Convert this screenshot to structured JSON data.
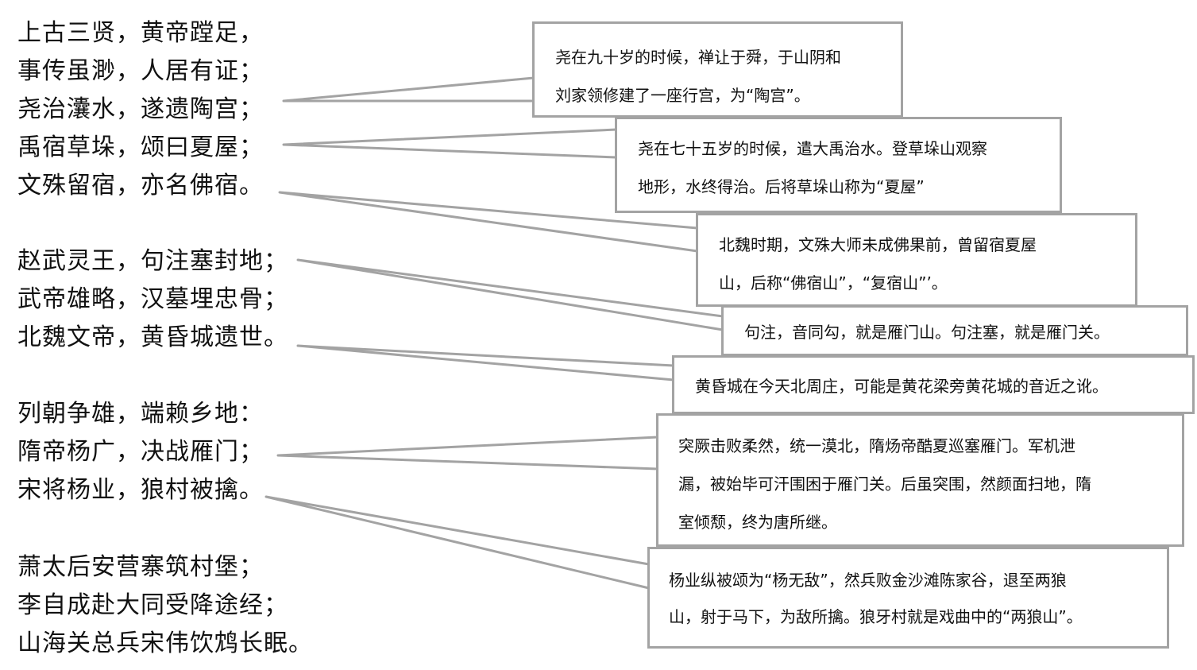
{
  "stanzas": [
    [
      "上古三贤，黄帝蹚足，",
      "事传虽渺，人居有证；",
      "尧治灢水，遂遗陶宫；",
      "禹宿草垛，颂曰夏屋；",
      "文殊留宿，亦名佛宿。"
    ],
    [
      "赵武灵王，句注塞封地；",
      "武帝雄略，汉墓埋忠骨；",
      "北魏文帝，黄昏城遗世。"
    ],
    [
      "列朝争雄，端赖乡地：",
      "隋帝杨广，决战雁门；",
      "宋将杨业，狼村被擒。"
    ],
    [
      "萧太后安营寨筑村堡；",
      "李自成赴大同受降途经；",
      "山海关总兵宋伟饮鸩长眠。"
    ]
  ],
  "notes": [
    [
      "尧在九十岁的时候，禅让于舜，于山阴和",
      "刘家领修建了一座行宫，为“陶宫”。"
    ],
    [
      "尧在七十五岁的时候，遣大禹治水。登草垛山观察",
      "地形，水终得治。后将草垛山称为“夏屋”"
    ],
    [
      "北魏时期，文殊大师未成佛果前，曾留宿夏屋",
      "山，后称“佛宿山”，“复宿山”’。"
    ],
    [
      "句注，音同勾，就是雁门山。句注塞，就是雁门关。"
    ],
    [
      "黄昏城在今天北周庄，可能是黄花梁旁黄花城的音近之讹。"
    ],
    [
      "突厥击败柔然，统一漠北，隋炀帝酷夏巡塞雁门。军机泄",
      "漏，被始毕可汗围困于雁门关。后虽突围，然颜面扫地，隋",
      "室倾颓，终为唐所继。"
    ],
    [
      "杨业纵被颂为“杨无敌”，然兵败金沙滩陈家谷，退至两狼",
      "山，射于马下，为敌所擒。狼牙村就是戏曲中的“两狼山”。"
    ]
  ]
}
